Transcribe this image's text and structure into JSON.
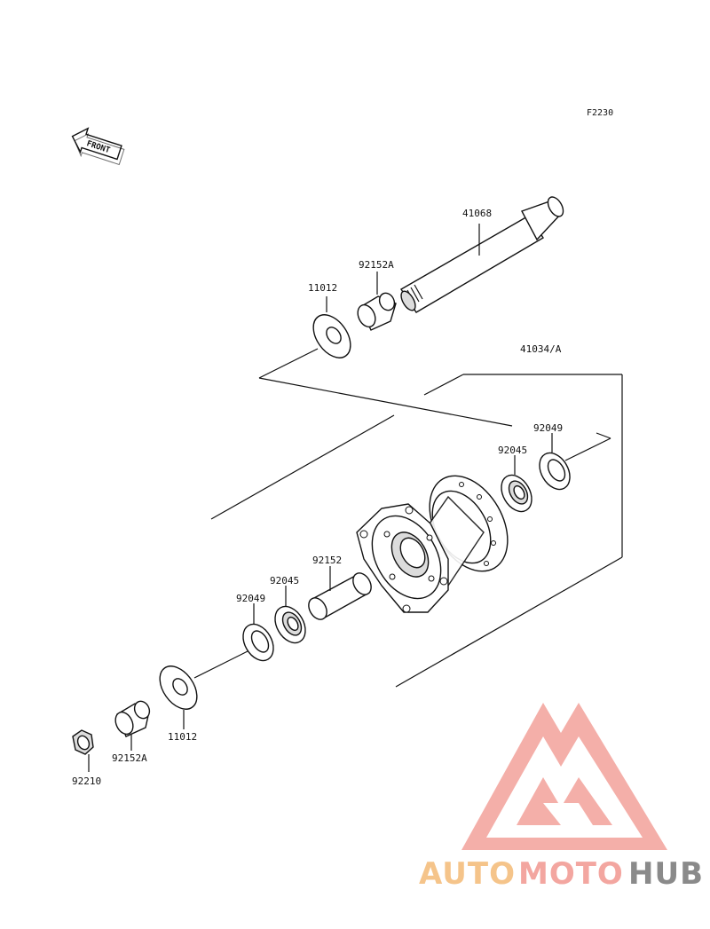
{
  "figure_code": "F2230",
  "front_label": "FRONT",
  "parts": {
    "p41068": "41068",
    "p92152A_top": "92152A",
    "p11012_top": "11012",
    "p41034A": "41034/A",
    "p92049_right": "92049",
    "p92045_right": "92045",
    "p92152": "92152",
    "p92045_left": "92045",
    "p92049_left": "92049",
    "p11012_bottom": "11012",
    "p92152A_bottom": "92152A",
    "p92210": "92210"
  },
  "watermark": {
    "word1": "AUTO",
    "word2": "MOTO",
    "word3": "HUB",
    "color1": "#f5c48a",
    "color2": "#f3a6a0",
    "color3": "#8a8a8a",
    "triangle_color": "#f3a6a0"
  }
}
